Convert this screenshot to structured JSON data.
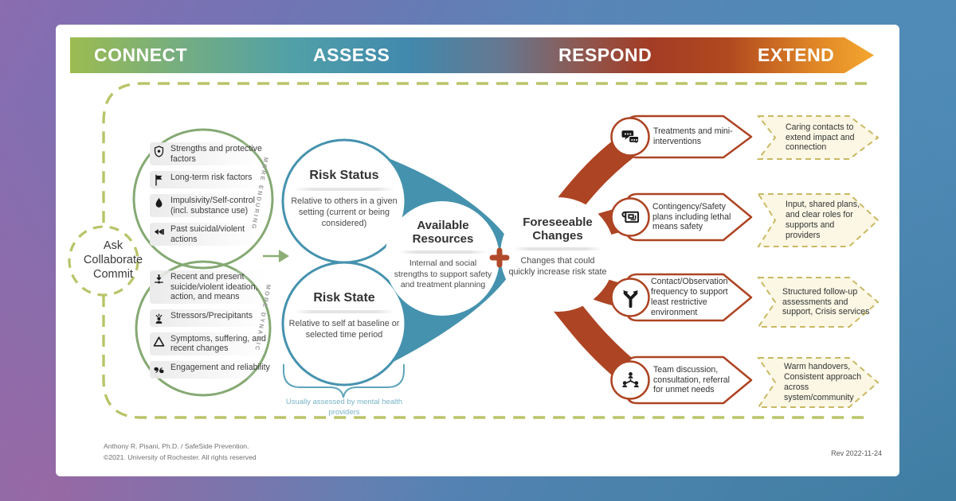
{
  "banner": {
    "phases": [
      {
        "label": "CONNECT"
      },
      {
        "label": "ASSESS"
      },
      {
        "label": "RESPOND"
      },
      {
        "label": "EXTEND"
      }
    ]
  },
  "connect": {
    "ask_circle": {
      "label": "Ask\nCollaborate\nCommit"
    },
    "enduring_circle": {
      "rotated_label": "MORE ENDURING",
      "items": [
        {
          "icon": "strengths-icon",
          "label": "Strengths and protective factors"
        },
        {
          "icon": "flag-icon",
          "label": "Long-term risk factors"
        },
        {
          "icon": "flame-icon",
          "label": "Impulsivity/Self-control (incl. substance use)"
        },
        {
          "icon": "rewind-icon",
          "label": "Past suicidal/violent actions"
        }
      ]
    },
    "dynamic_circle": {
      "rotated_label": "MORE DYNAMIC",
      "items": [
        {
          "icon": "ideation-arrow-icon",
          "label": "Recent and present suicide/violent ideation, action, and means"
        },
        {
          "icon": "stressor-person-icon",
          "label": "Stressors/Precipitants"
        },
        {
          "icon": "triangle-icon",
          "label": "Symptoms, suffering, and recent changes"
        },
        {
          "icon": "engagement-quotes-icon",
          "label": "Engagement and reliability"
        }
      ]
    }
  },
  "assess": {
    "risk_status": {
      "title": "Risk Status",
      "body": "Relative to others in a given setting (current or being considered)"
    },
    "risk_state": {
      "title": "Risk State",
      "body": "Relative to self at baseline or selected time period"
    },
    "available_resources": {
      "title": "Available Resources",
      "body": "Internal and social strengths to support safety and treatment planning"
    },
    "foreseeable_changes": {
      "title": "Foreseeable Changes",
      "body": "Changes that could quickly increase risk state"
    },
    "bracket_note": "Usually assessed by mental health providers"
  },
  "respond": {
    "items": [
      {
        "icon": "chat-bubbles-icon",
        "label": "Treatments and mini-interventions"
      },
      {
        "icon": "safety-plan-icon",
        "label": "Contingency/Safety plans including lethal means safety"
      },
      {
        "icon": "fork-path-icon",
        "label": "Contact/Observation frequency to support least restrictive environment"
      },
      {
        "icon": "team-icon",
        "label": "Team discussion, consultation, referral for unmet needs"
      }
    ]
  },
  "extend": {
    "items": [
      {
        "label": "Caring contacts to extend impact and connection"
      },
      {
        "label": "Input, shared plans, and clear roles for supports and providers"
      },
      {
        "label": "Structured follow-up assessments and support, Crisis services"
      },
      {
        "label": "Warm handovers, Consistent approach across system/community"
      }
    ]
  },
  "footer": {
    "attribution_line1": "Anthony R. Pisani, Ph.D. / SafeSide Prevention.",
    "attribution_line2": "©2021. University of Rochester. All rights reserved",
    "revision": "Rev 2022-11-24"
  },
  "colors": {
    "connect_green": "#85a973",
    "assess_teal": "#4592ae",
    "respond_rust": "#ad4423",
    "extend_gold": "#c9b964",
    "loop_olive": "#b9c468",
    "cream": "#fbf7e4"
  }
}
